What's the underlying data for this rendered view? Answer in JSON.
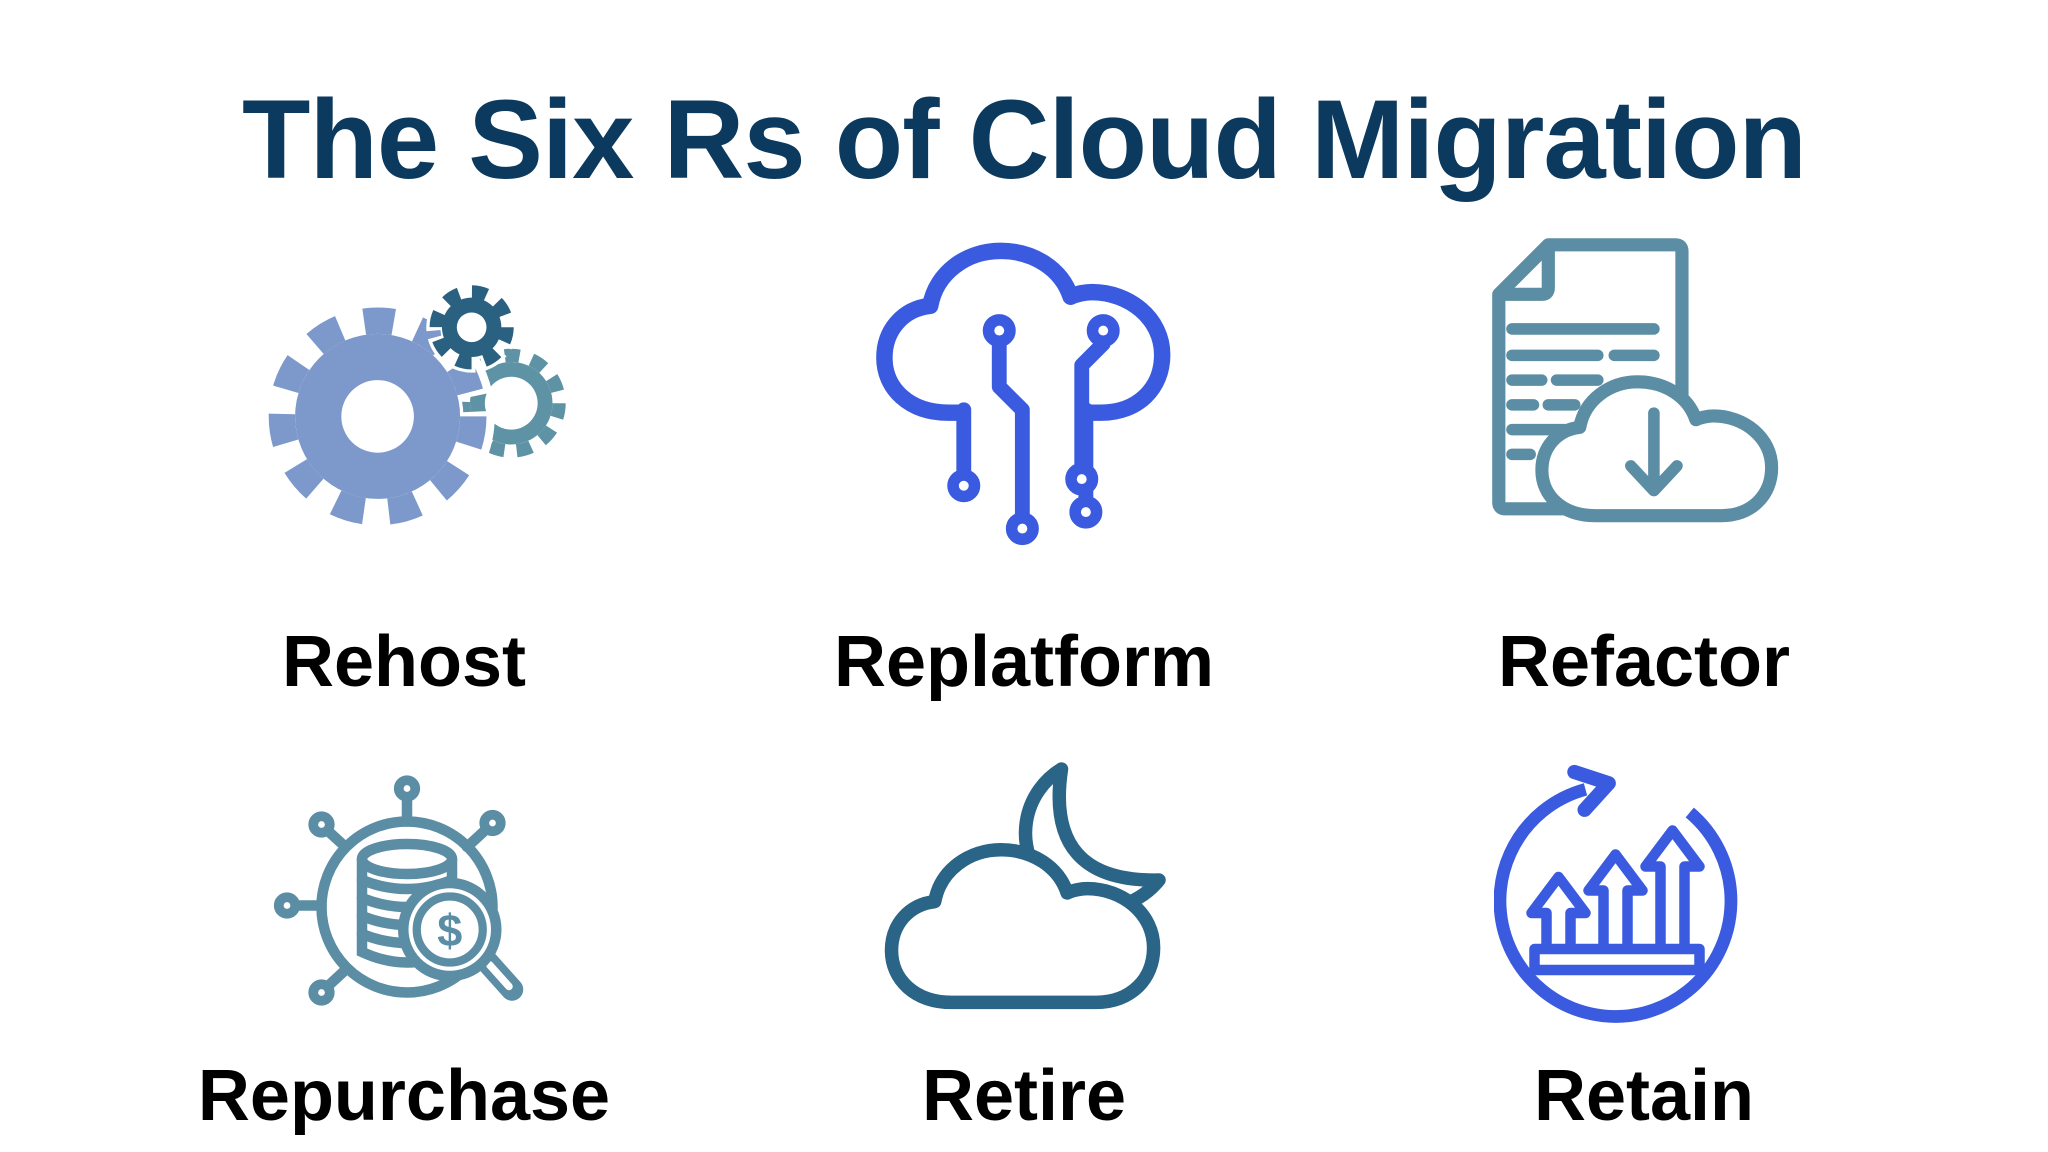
{
  "title": {
    "text": "The Six Rs of Cloud Migration",
    "color": "#0b3a5e"
  },
  "strategies": [
    {
      "label": "Rehost",
      "icon": "gears-icon"
    },
    {
      "label": "Replatform",
      "icon": "cloud-circuit-icon"
    },
    {
      "label": "Refactor",
      "icon": "document-cloud-download-icon"
    },
    {
      "label": "Repurchase",
      "icon": "coins-magnifier-network-icon"
    },
    {
      "label": "Retire",
      "icon": "cloud-moon-icon"
    },
    {
      "label": "Retain",
      "icon": "growth-arrows-cycle-icon"
    }
  ],
  "palette": {
    "background": "#ffffff",
    "title_text": "#0b3a5e",
    "label_text": "#000000",
    "royal_blue": "#3a5be0",
    "steel_blue": "#5b8da4",
    "dark_teal": "#2a6486",
    "gear_periwinkle": "#7d98cb",
    "gear_dark": "#2b6180",
    "gear_medium": "#5d93a4"
  }
}
